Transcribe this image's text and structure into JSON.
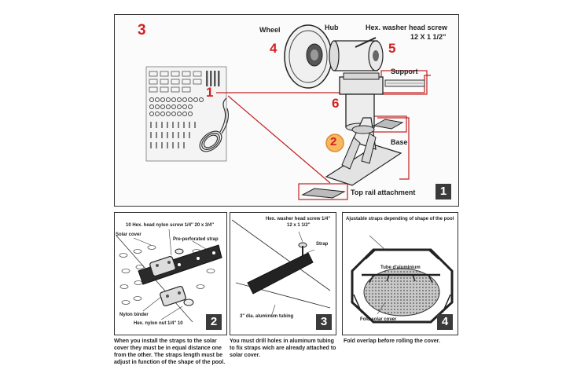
{
  "panel1": {
    "corner_number": "3",
    "step_number": "1",
    "callouts": {
      "c1": "1",
      "c2": "2",
      "c4": "4",
      "c5": "5",
      "c6": "6"
    },
    "labels": {
      "wheel": "Wheel",
      "hub": "Hub",
      "hex_screw": "Hex. washer head screw",
      "hex_screw_size": "12 X 1 1/2''",
      "support": "Support",
      "base": "Base",
      "top_rail": "Top rail attachment"
    }
  },
  "panel2": {
    "step_number": "2",
    "labels": {
      "nylon_screw": "10 Hex. head nylon screw 1/4''  20 x 3/4''",
      "solar_cover": "Solar cover",
      "pre_perforated": "Pre-perforated strap",
      "nylon_binder": "Nylon binder",
      "nylon_nut": "Hex. nylon nut 1/4'' 10"
    },
    "caption": "When you install the straps to the solar cover they must be in equal distance one from the other. The straps length must be adjust in function of the shape of the pool."
  },
  "panel3": {
    "step_number": "3",
    "labels": {
      "hex_screw": "Hex. washer head screw 1/4''",
      "hex_screw_size": "12 x 1 1/2''",
      "strap": "Strap",
      "tubing": "3'' dia. aluminum tubing"
    },
    "caption": "You must drill holes in aluminum tubing to fix straps wich are already attached to solar cover."
  },
  "panel4": {
    "step_number": "4",
    "labels": {
      "adjustable": "Ajustable straps depending of shape of the pool",
      "tube": "Tube d'aluminium",
      "fold": "Fold solar cover"
    },
    "caption": "Fold overlap before rolling the cover."
  },
  "colors": {
    "accent_red": "#d42020",
    "callout_orange": "#f0a040",
    "step_box": "#3a3a3a",
    "line": "#333333"
  }
}
